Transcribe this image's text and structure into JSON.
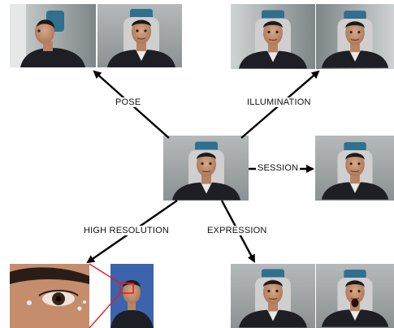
{
  "labels": {
    "pose": "POSE",
    "illumination": "ILLUMINATION",
    "session": "SESSION",
    "high_resolution": "HIGH RESOLUTION",
    "expression": "EXPRESSION"
  },
  "colors": {
    "background": "#ffffff",
    "arrow": "#000000",
    "zoom_box": "#e02020",
    "backdrop": "#9ea4a6",
    "chair": "#2f6f8f",
    "suit": "#1d1f24",
    "skin": "#c99572"
  },
  "icons": [
    "arrow-icon"
  ]
}
